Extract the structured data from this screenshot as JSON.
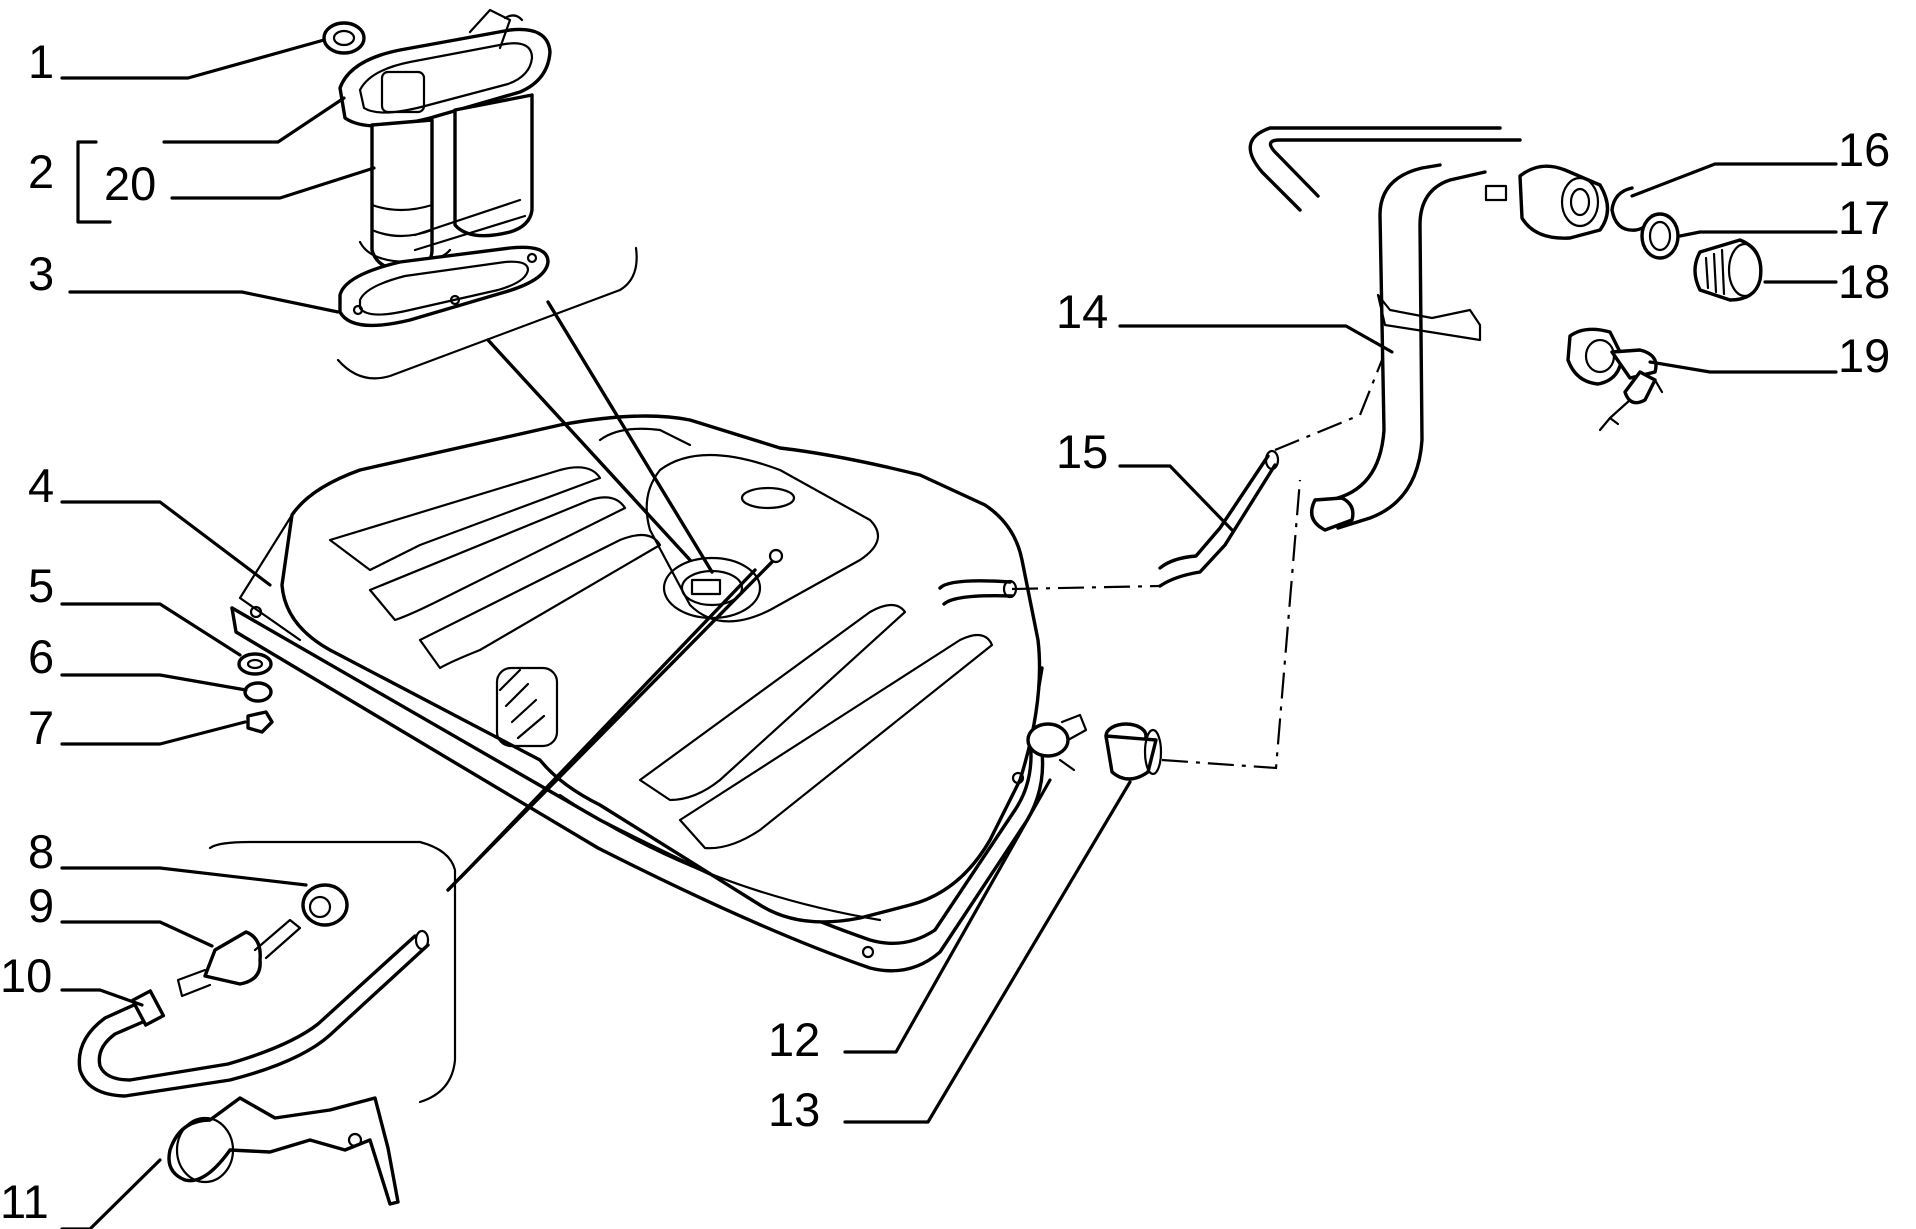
{
  "callouts": [
    {
      "id": "c1",
      "text": "1"
    },
    {
      "id": "c2",
      "text": "2"
    },
    {
      "id": "c20",
      "text": "20"
    },
    {
      "id": "c3",
      "text": "3"
    },
    {
      "id": "c4",
      "text": "4"
    },
    {
      "id": "c5",
      "text": "5"
    },
    {
      "id": "c6",
      "text": "6"
    },
    {
      "id": "c7",
      "text": "7"
    },
    {
      "id": "c8",
      "text": "8"
    },
    {
      "id": "c9",
      "text": "9"
    },
    {
      "id": "c10",
      "text": "10"
    },
    {
      "id": "c11",
      "text": "11"
    },
    {
      "id": "c12",
      "text": "12"
    },
    {
      "id": "c13",
      "text": "13"
    },
    {
      "id": "c14",
      "text": "14"
    },
    {
      "id": "c15",
      "text": "15"
    },
    {
      "id": "c16",
      "text": "16"
    },
    {
      "id": "c17",
      "text": "17"
    },
    {
      "id": "c18",
      "text": "18"
    },
    {
      "id": "c19",
      "text": "19"
    }
  ]
}
